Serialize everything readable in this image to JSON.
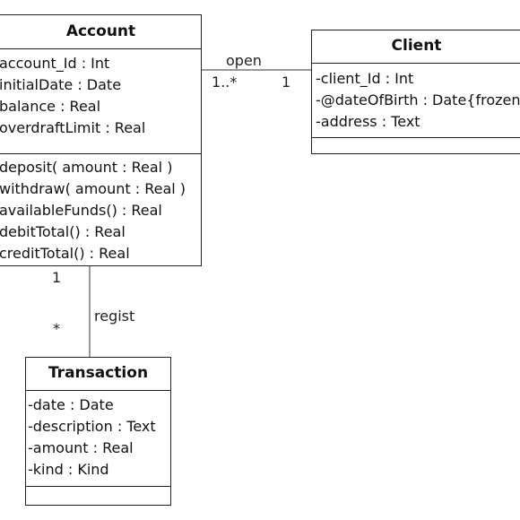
{
  "classes": {
    "account": {
      "name": "Account",
      "attributes": [
        "account_Id : Int",
        "initialDate : Date",
        "balance : Real",
        "overdraftLimit : Real"
      ],
      "operations": [
        "deposit( amount : Real )",
        "withdraw( amount : Real )",
        "availableFunds() : Real",
        "debitTotal() : Real",
        "creditTotal() : Real"
      ]
    },
    "client": {
      "name": "Client",
      "attributes": [
        "-client_Id : Int",
        "-@dateOfBirth : Date{frozen}",
        "-address : Text"
      ]
    },
    "transaction": {
      "name": "Transaction",
      "attributes": [
        "-date : Date",
        "-description : Text",
        "-amount : Real",
        "-kind : Kind"
      ]
    }
  },
  "associations": {
    "open": {
      "name": "open",
      "account_multiplicity": "1..*",
      "client_multiplicity": "1"
    },
    "regist": {
      "name": "regist",
      "account_multiplicity": "1",
      "transaction_multiplicity": "*"
    }
  }
}
